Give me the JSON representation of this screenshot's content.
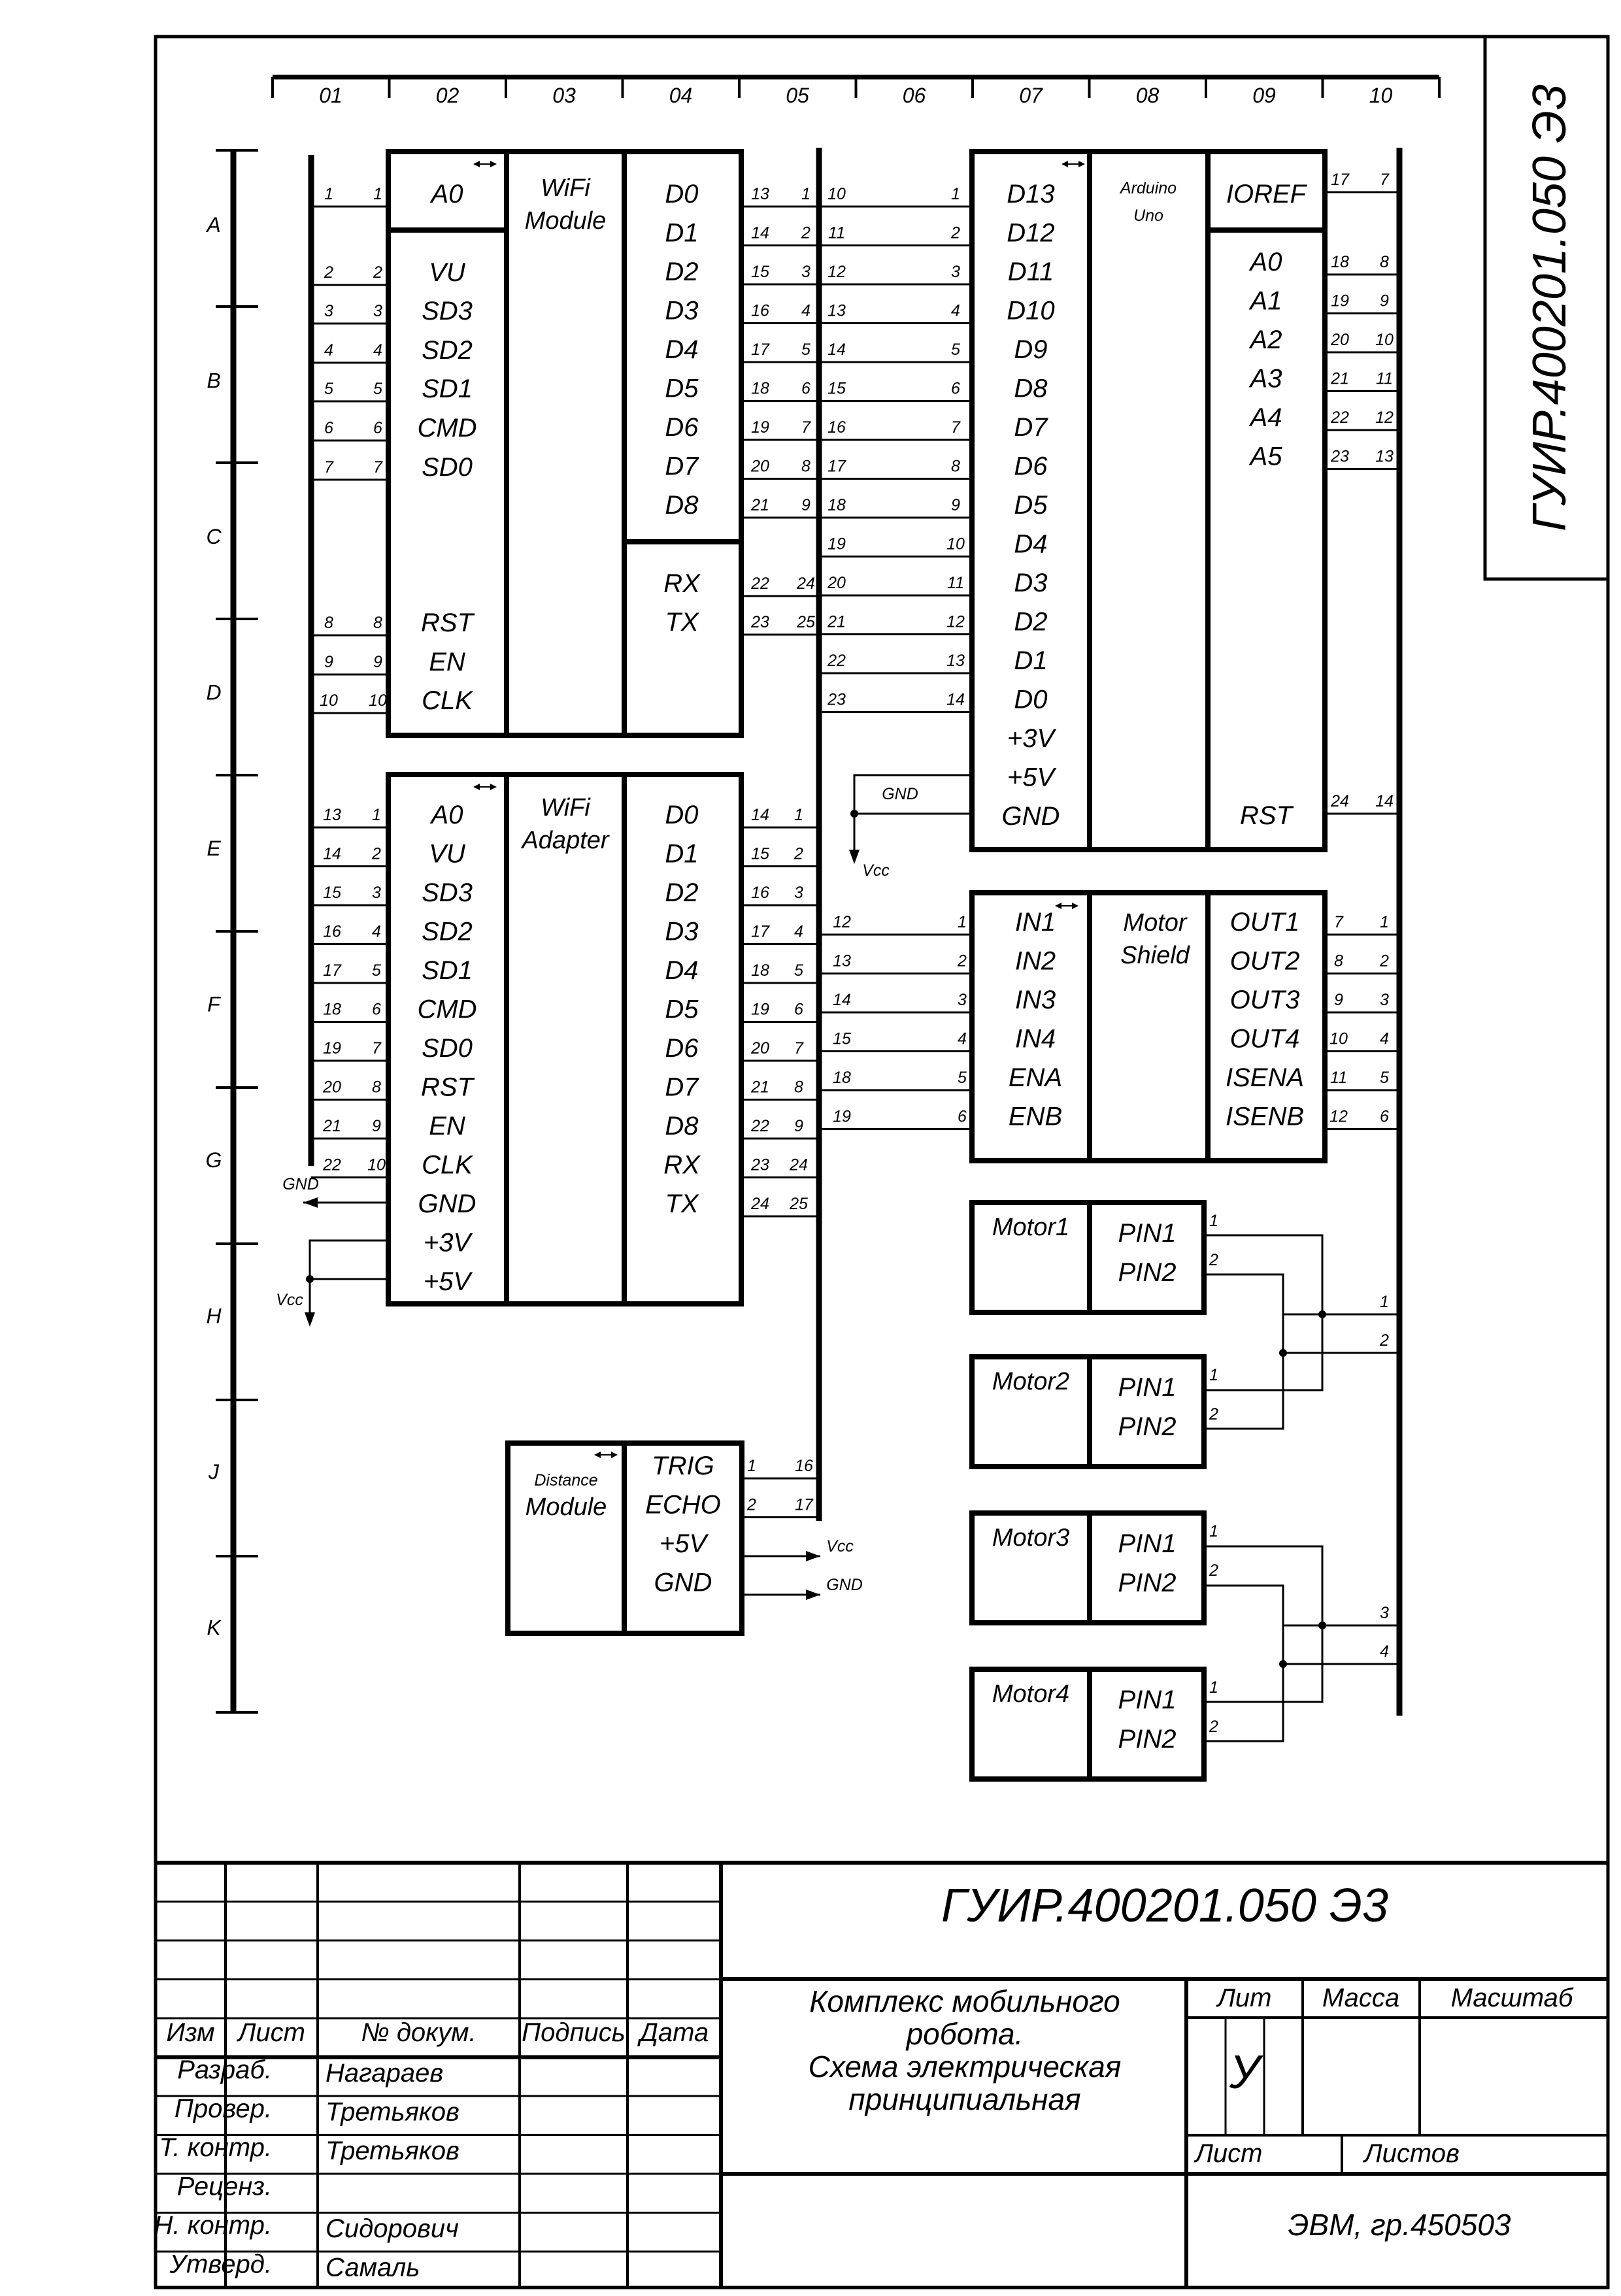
{
  "document": {
    "code": "ГУИР.400201.050 Э3",
    "title_lines": [
      "Комплекс мобильного",
      "робота.",
      "Схема электрическая",
      "принципиальная"
    ],
    "organization": "ЭВМ, гр.450503"
  },
  "zones": {
    "columns": [
      "01",
      "02",
      "03",
      "04",
      "05",
      "06",
      "07",
      "08",
      "09",
      "10"
    ],
    "rows": [
      "A",
      "B",
      "C",
      "D",
      "E",
      "F",
      "G",
      "H",
      "J",
      "K"
    ]
  },
  "components": {
    "wifi_module": {
      "name": [
        "WiFi",
        "Module"
      ],
      "left_pins": [
        "A0",
        "VU",
        "SD3",
        "SD2",
        "SD1",
        "CMD",
        "SD0",
        "RST",
        "EN",
        "CLK"
      ],
      "right_pins": [
        "D0",
        "D1",
        "D2",
        "D3",
        "D4",
        "D5",
        "D6",
        "D7",
        "D8"
      ],
      "right_pins_2": [
        "RX",
        "TX"
      ],
      "left_nums": [
        [
          "1",
          "1"
        ],
        [
          "2",
          "2"
        ],
        [
          "3",
          "3"
        ],
        [
          "4",
          "4"
        ],
        [
          "5",
          "5"
        ],
        [
          "6",
          "6"
        ],
        [
          "7",
          "7"
        ],
        [
          "8",
          "8"
        ],
        [
          "9",
          "9"
        ],
        [
          "10",
          "10"
        ]
      ],
      "right_nums": [
        [
          "13",
          "1"
        ],
        [
          "14",
          "2"
        ],
        [
          "15",
          "3"
        ],
        [
          "16",
          "4"
        ],
        [
          "17",
          "5"
        ],
        [
          "18",
          "6"
        ],
        [
          "19",
          "7"
        ],
        [
          "20",
          "8"
        ],
        [
          "21",
          "9"
        ]
      ],
      "right_nums_2": [
        [
          "22",
          "24"
        ],
        [
          "23",
          "25"
        ]
      ]
    },
    "wifi_adapter": {
      "name": [
        "WiFi",
        "Adapter"
      ],
      "left_pins": [
        "A0",
        "VU",
        "SD3",
        "SD2",
        "SD1",
        "CMD",
        "SD0",
        "RST",
        "EN",
        "CLK",
        "GND",
        "+3V",
        "+5V"
      ],
      "right_pins": [
        "D0",
        "D1",
        "D2",
        "D3",
        "D4",
        "D5",
        "D6",
        "D7",
        "D8",
        "RX",
        "TX"
      ],
      "left_nums": [
        [
          "13",
          "1"
        ],
        [
          "14",
          "2"
        ],
        [
          "15",
          "3"
        ],
        [
          "16",
          "4"
        ],
        [
          "17",
          "5"
        ],
        [
          "18",
          "6"
        ],
        [
          "19",
          "7"
        ],
        [
          "20",
          "8"
        ],
        [
          "21",
          "9"
        ],
        [
          "22",
          "10"
        ]
      ],
      "right_nums": [
        [
          "14",
          "1"
        ],
        [
          "15",
          "2"
        ],
        [
          "16",
          "3"
        ],
        [
          "17",
          "4"
        ],
        [
          "18",
          "5"
        ],
        [
          "19",
          "6"
        ],
        [
          "20",
          "7"
        ],
        [
          "21",
          "8"
        ],
        [
          "22",
          "9"
        ],
        [
          "23",
          "24"
        ],
        [
          "24",
          "25"
        ]
      ]
    },
    "arduino": {
      "name": [
        "Arduino",
        "Uno"
      ],
      "left_pins": [
        "D13",
        "D12",
        "D11",
        "D10",
        "D9",
        "D8",
        "D7",
        "D6",
        "D5",
        "D4",
        "D3",
        "D2",
        "D1",
        "D0",
        "+3V",
        "+5V",
        "GND"
      ],
      "ioref": "IOREF",
      "right_pins": [
        "A0",
        "A1",
        "A2",
        "A3",
        "A4",
        "A5"
      ],
      "rst": "RST",
      "left_nums": [
        [
          "10",
          "1"
        ],
        [
          "11",
          "2"
        ],
        [
          "12",
          "3"
        ],
        [
          "13",
          "4"
        ],
        [
          "14",
          "5"
        ],
        [
          "15",
          "6"
        ],
        [
          "16",
          "7"
        ],
        [
          "17",
          "8"
        ],
        [
          "18",
          "9"
        ],
        [
          "19",
          "10"
        ],
        [
          "20",
          "11"
        ],
        [
          "21",
          "12"
        ],
        [
          "22",
          "13"
        ],
        [
          "23",
          "14"
        ]
      ],
      "ioref_nums": [
        "17",
        "7"
      ],
      "right_nums": [
        [
          "18",
          "8"
        ],
        [
          "19",
          "9"
        ],
        [
          "20",
          "10"
        ],
        [
          "21",
          "11"
        ],
        [
          "22",
          "12"
        ],
        [
          "23",
          "13"
        ]
      ],
      "rst_nums": [
        "24",
        "14"
      ]
    },
    "motor_shield": {
      "name": [
        "Motor",
        "Shield"
      ],
      "left_pins": [
        "IN1",
        "IN2",
        "IN3",
        "IN4",
        "ENA",
        "ENB"
      ],
      "right_pins": [
        "OUT1",
        "OUT2",
        "OUT3",
        "OUT4",
        "ISENA",
        "ISENB"
      ],
      "left_nums": [
        [
          "12",
          "1"
        ],
        [
          "13",
          "2"
        ],
        [
          "14",
          "3"
        ],
        [
          "15",
          "4"
        ],
        [
          "18",
          "5"
        ],
        [
          "19",
          "6"
        ]
      ],
      "right_nums": [
        [
          "7",
          "1"
        ],
        [
          "8",
          "2"
        ],
        [
          "9",
          "3"
        ],
        [
          "10",
          "4"
        ],
        [
          "11",
          "5"
        ],
        [
          "12",
          "6"
        ]
      ]
    },
    "distance": {
      "name": [
        "Distance",
        "Module"
      ],
      "pins": [
        "TRIG",
        "ECHO",
        "+5V",
        "GND"
      ],
      "nums": [
        [
          "1",
          "16"
        ],
        [
          "2",
          "17"
        ]
      ]
    },
    "motors": [
      {
        "name": "Motor1",
        "pins": [
          "PIN1",
          "PIN2"
        ]
      },
      {
        "name": "Motor2",
        "pins": [
          "PIN1",
          "PIN2"
        ]
      },
      {
        "name": "Motor3",
        "pins": [
          "PIN1",
          "PIN2"
        ]
      },
      {
        "name": "Motor4",
        "pins": [
          "PIN1",
          "PIN2"
        ]
      }
    ],
    "motor_pin_nums": [
      "1",
      "2"
    ],
    "motor_bus_nums": [
      "1",
      "2",
      "3",
      "4"
    ]
  },
  "power_labels": {
    "gnd": "GND",
    "vcc": "Vcc"
  },
  "title_block": {
    "headers": [
      "Изм",
      "Лист",
      "№ докум.",
      "Подпись",
      "Дата"
    ],
    "rows": [
      {
        "role": "Разраб.",
        "name": "Нагараев"
      },
      {
        "role": "Провер.",
        "name": "Третьяков"
      },
      {
        "role": "Т. контр.",
        "name": "Третьяков"
      },
      {
        "role": "Реценз.",
        "name": ""
      },
      {
        "role": "Н. контр.",
        "name": "Сидорович"
      },
      {
        "role": "Утверд.",
        "name": "Самаль"
      }
    ],
    "lit_label": "Лит",
    "mass_label": "Масса",
    "scale_label": "Масштаб",
    "lit_value": "У",
    "sheet_label": "Лист",
    "sheets_label": "Листов"
  }
}
